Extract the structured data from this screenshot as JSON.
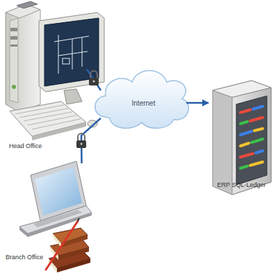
{
  "diagram": {
    "nodes": [
      {
        "text": [
          "Head Office"
        ]
      },
      {
        "text": [
          "Internet"
        ]
      },
      {
        "text": [
          "Branch Office"
        ]
      },
      {
        "text": [
          "ERP SQL-Ledger"
        ]
      }
    ],
    "edges": [
      {
        "from": 0,
        "to": 1,
        "arrow": "none"
      },
      {
        "from": 2,
        "to": 1,
        "arrow": "none"
      },
      {
        "from": 1,
        "to": 3,
        "arrow": "to"
      }
    ]
  }
}
